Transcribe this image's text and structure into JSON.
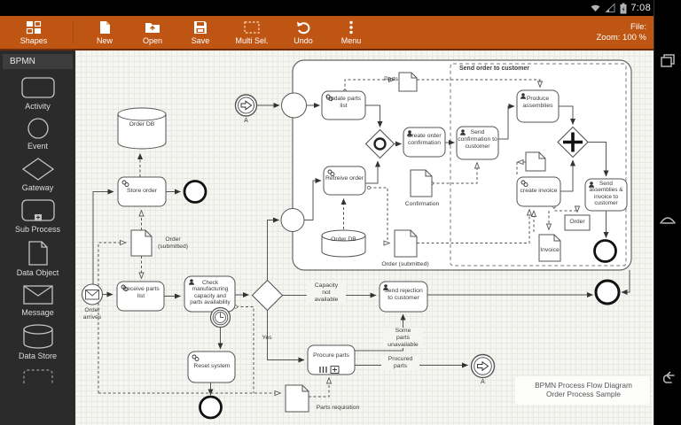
{
  "status_bar": {
    "time": "7:08",
    "icons": [
      "wifi",
      "signal",
      "battery"
    ]
  },
  "toolbar": {
    "items": [
      {
        "label": "Shapes"
      },
      {
        "label": "New"
      },
      {
        "label": "Open"
      },
      {
        "label": "Save"
      },
      {
        "label": "Multi Sel."
      },
      {
        "label": "Undo"
      },
      {
        "label": "Menu"
      }
    ],
    "file_label": "File:",
    "zoom_label": "Zoom: 100 %"
  },
  "sidebar": {
    "title": "BPMN",
    "items": [
      {
        "label": "Activity"
      },
      {
        "label": "Event"
      },
      {
        "label": "Gateway"
      },
      {
        "label": "Sub Process"
      },
      {
        "label": "Data Object"
      },
      {
        "label": "Message"
      },
      {
        "label": "Data Store"
      }
    ]
  },
  "diagram": {
    "labels": {
      "order_db_1": "Order DB",
      "store_order": "Store order",
      "order_submitted_1": "Order\n(submitted)",
      "order_arrives": "Order\narrives",
      "receive_parts": "Receive parts\nlist",
      "check_mfg": "Check\nmanufacturing\ncapacity and\nparts availability",
      "reset_system": "Reset system",
      "link_a_top": "A",
      "link_a_bottom": "A",
      "yes": "Yes",
      "capacity_na": "Capacity\nnot\navailable",
      "send_rejection": "Send rejection\nto customer",
      "some_parts": "Some\nparts\nunavailable",
      "procure_parts": "Procure parts",
      "procured_parts": "Procured\nparts",
      "parts_requisition": "Parts requisition",
      "group_title": "Send order to customer",
      "update_parts": "Update parts\nlist",
      "parts_doc": "Parts",
      "create_order_conf": "Create order\nconfirmation",
      "send_confirmation": "Send\nconfirmation to\ncustomer",
      "confirmation_doc": "Confirmation",
      "retreive_order": "Retreive order",
      "order_db_2": "Order DB",
      "order_submitted_2": "Order (submitted)",
      "produce_assemblies": "Produce\nassemblies",
      "create_invoice": "create invoice",
      "send_assemblies": "Send\nassemblies &\ninvoice to\ncustomer",
      "order_rect": "Order",
      "invoice_doc": "Invoice",
      "title_line1": "BPMN Process Flow Diagram",
      "title_line2": "Order Process Sample"
    }
  },
  "colors": {
    "toolbar_orange": "#bf5512",
    "sidebar_dark": "#2b2b2b",
    "canvas_bg": "#f5f5f2",
    "stroke": "#555555"
  }
}
